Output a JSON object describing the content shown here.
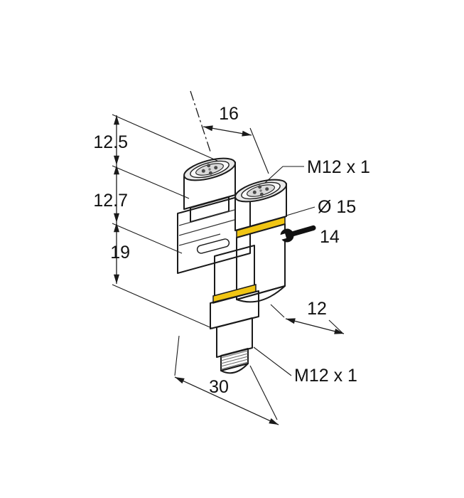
{
  "figure": {
    "colors": {
      "line": "#1a1a1a",
      "seal_ring": "#f0c514",
      "background": "#ffffff"
    },
    "icons": {
      "wrench": "open-end-wrench"
    }
  },
  "annotations": {
    "dim_left_top": "12.5",
    "dim_left_mid": "12.7",
    "dim_left_bottom": "19",
    "dim_top": "16",
    "thread_top": "M12 x 1",
    "diameter": "Ø 15",
    "wrench_size": "14",
    "dim_right": "12",
    "thread_bottom": "M12 x 1",
    "dim_bottom": "30"
  }
}
